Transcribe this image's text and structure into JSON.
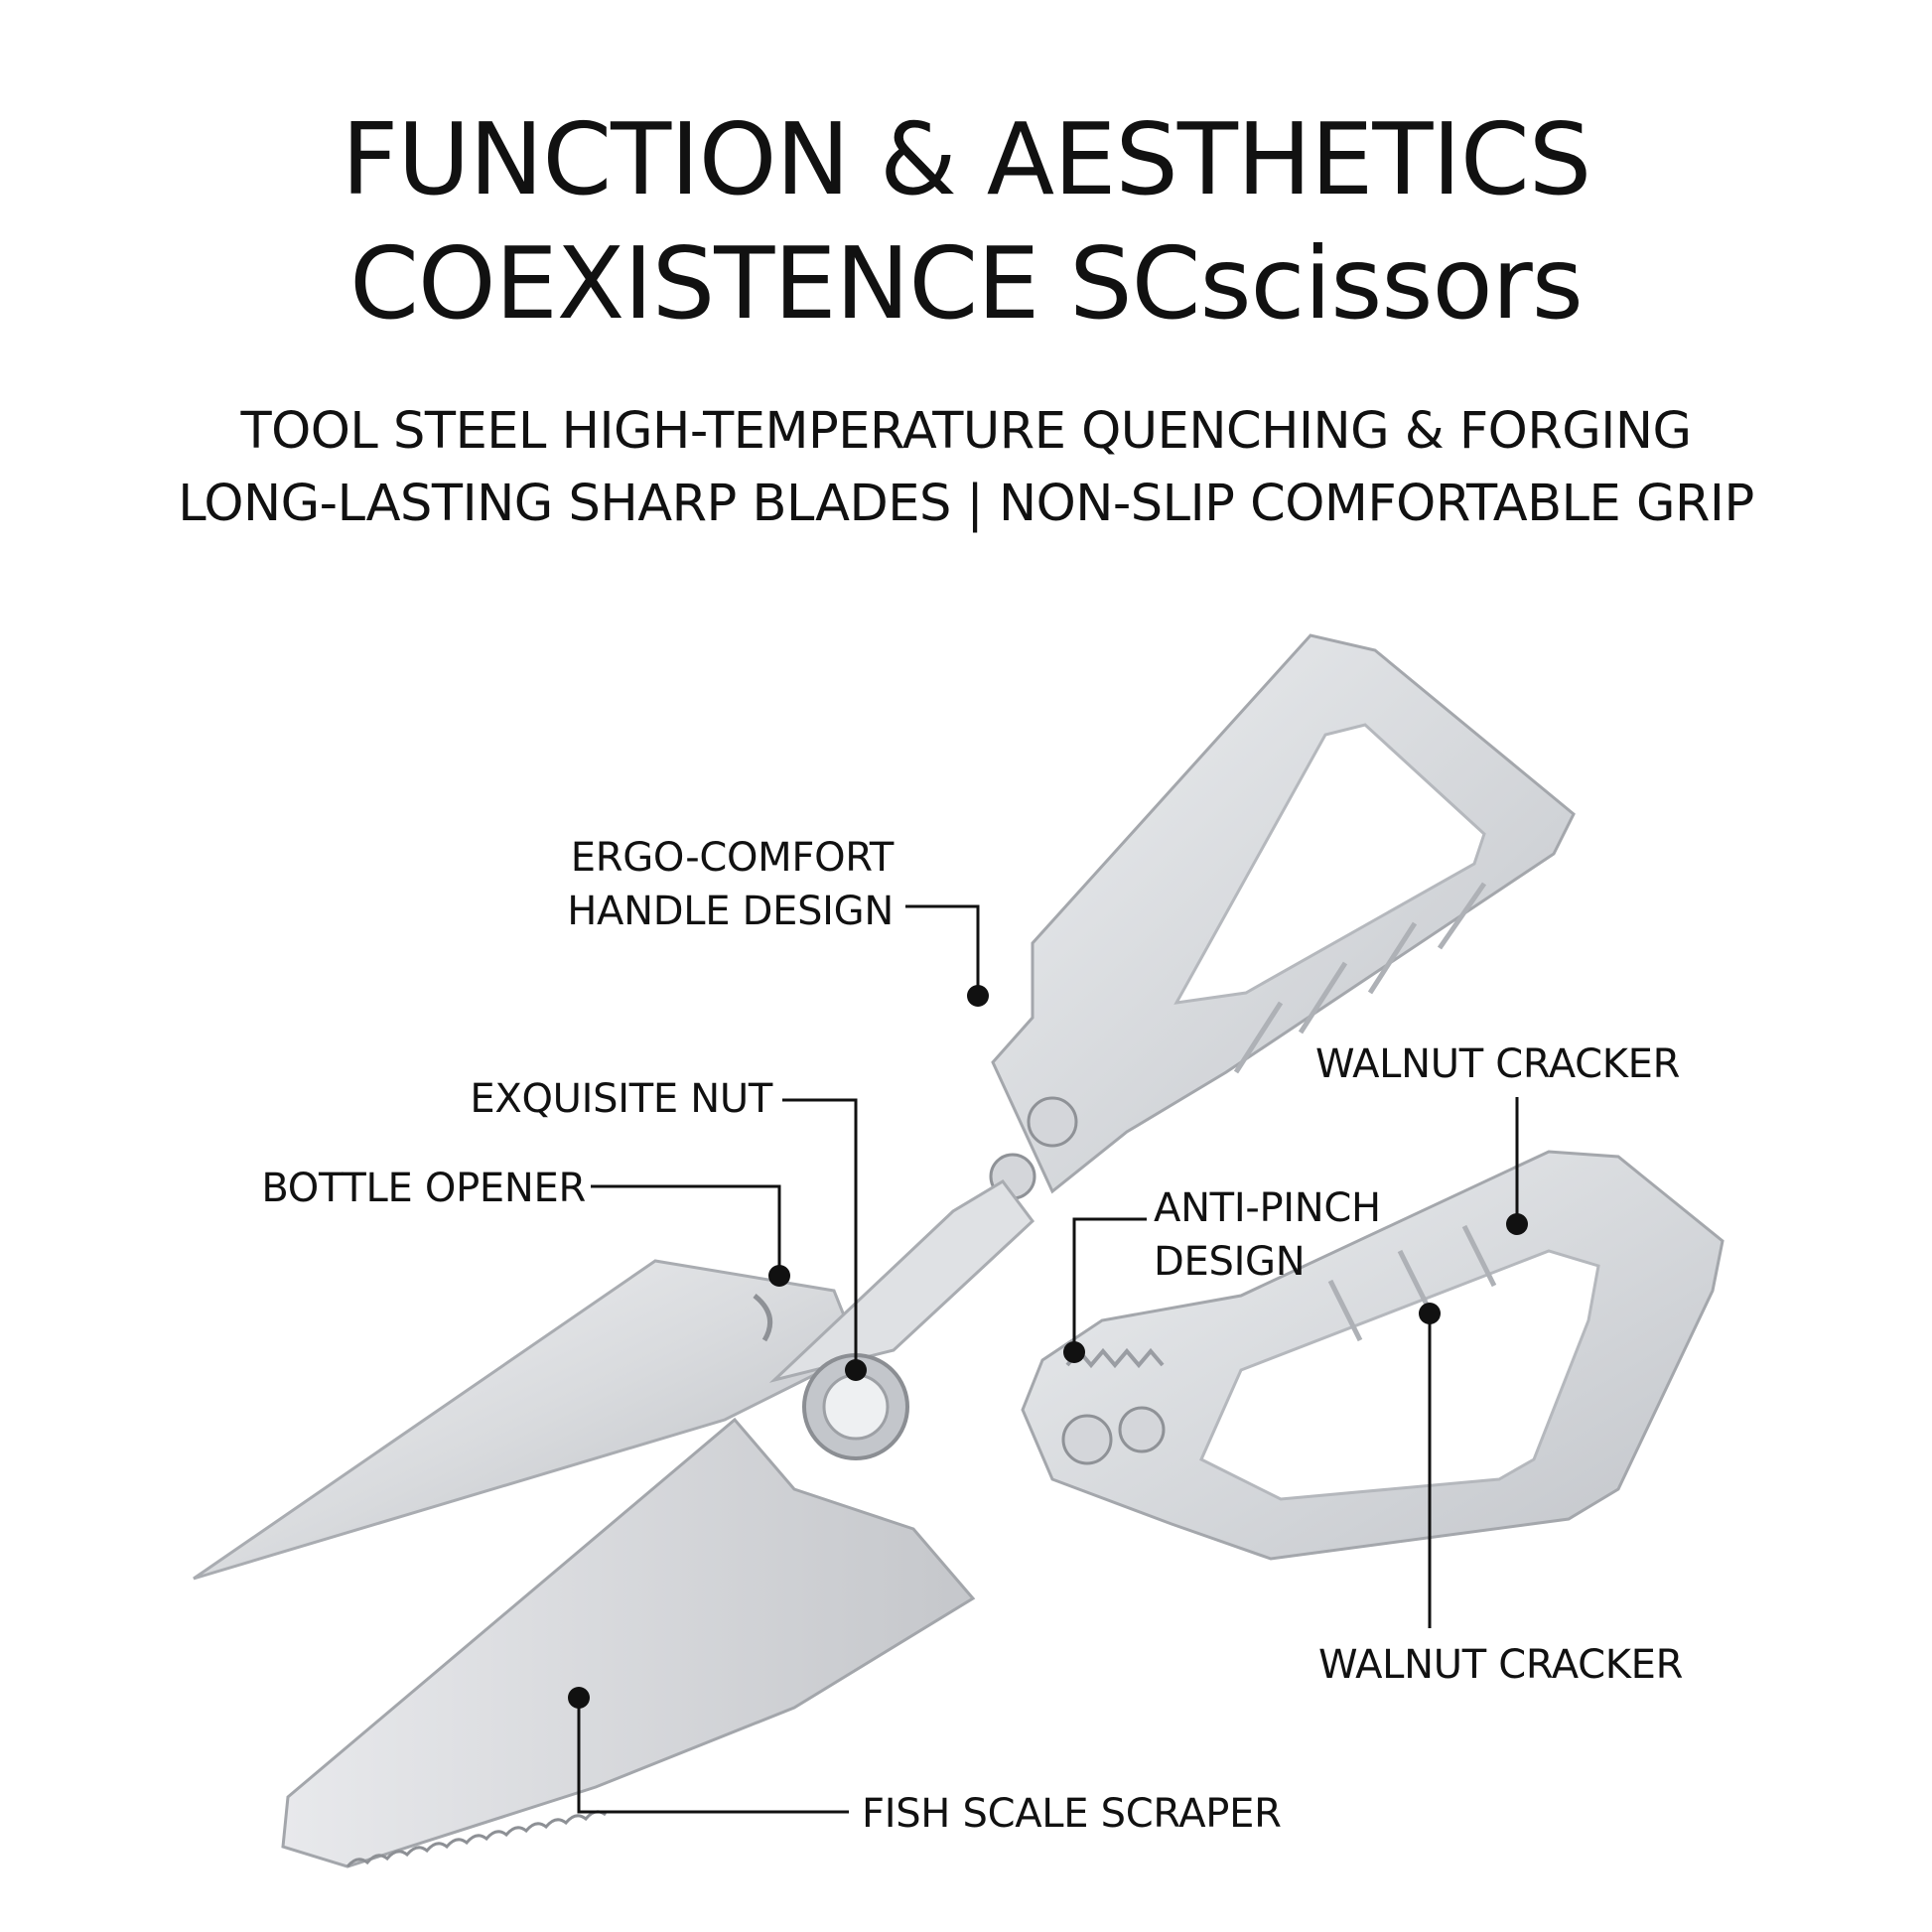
{
  "header": {
    "title_line1": "FUNCTION & AESTHETICS",
    "title_line2": "COEXISTENCE SCscissors",
    "subtitle_line1": "TOOL STEEL HIGH-TEMPERATURE QUENCHING & FORGING",
    "subtitle_line2": "LONG-LASTING SHARP BLADES | NON-SLIP COMFORTABLE GRIP"
  },
  "callouts": {
    "ergo_line1": "ERGO-COMFORT",
    "ergo_line2": "HANDLE DESIGN",
    "nut": "EXQUISITE NUT",
    "bottle": "BOTTLE OPENER",
    "antipinch_line1": "ANTI-PINCH",
    "antipinch_line2": "DESIGN",
    "walnut_top": "WALNUT CRACKER",
    "walnut_bottom": "WALNUT CRACKER",
    "fish": "FISH SCALE SCRAPER"
  },
  "colors": {
    "background": "#ffffff",
    "text": "#111111",
    "steel_light": "#e6e7ea",
    "steel_mid": "#c9cbcf",
    "steel_dark": "#9a9da3",
    "leader": "#111111"
  },
  "icons": [
    "scissors-illustration",
    "nut-rosette-icon"
  ]
}
